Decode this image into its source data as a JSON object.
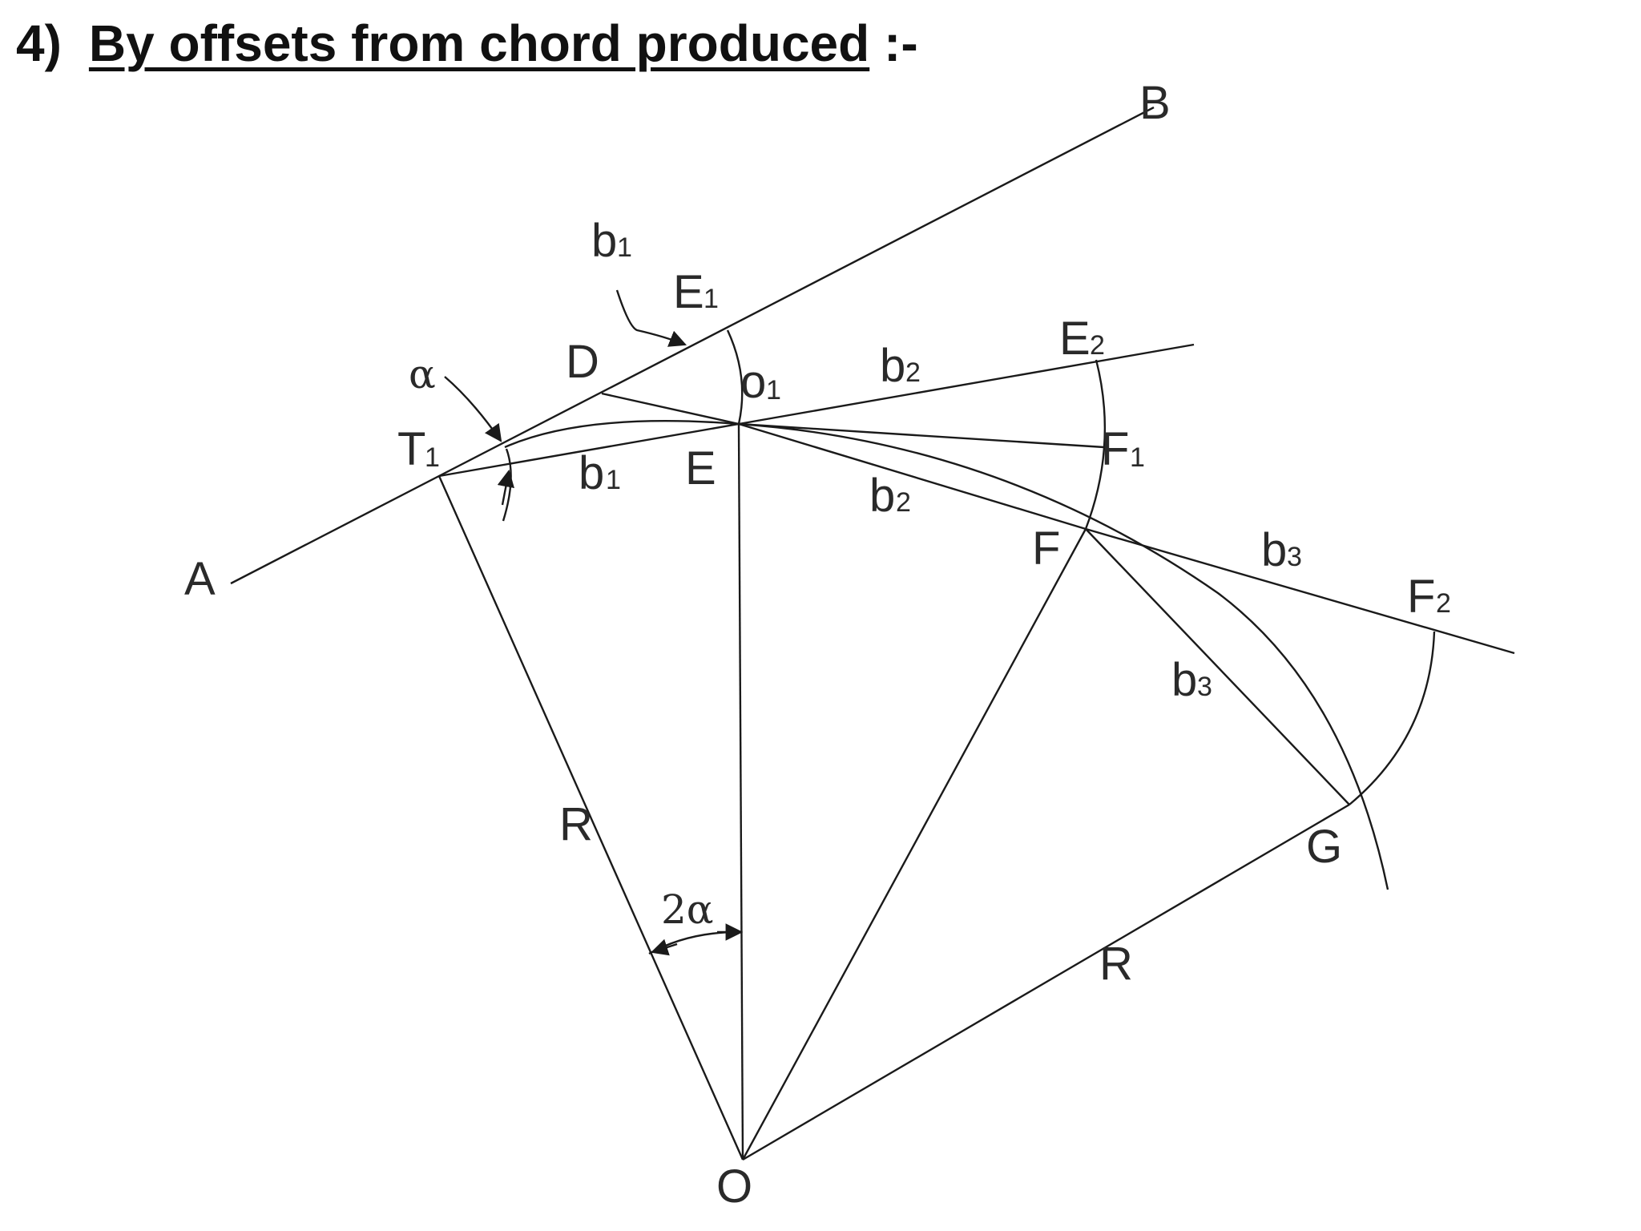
{
  "heading": {
    "number": "4)",
    "title": "By offsets from chord produced",
    "suffix": ":-"
  },
  "labels": {
    "A": "A",
    "B": "B",
    "T": "T",
    "T_sub": "1",
    "D": "D",
    "E": "E",
    "E1": "E",
    "E1_sub": "1",
    "E2": "E",
    "E2_sub": "2",
    "o1": "o",
    "o1_sub": "1",
    "F": "F",
    "F1": "F",
    "F1_sub": "1",
    "F2": "F",
    "F2_sub": "2",
    "G": "G",
    "O": "O",
    "R": "R",
    "b": "b",
    "sub_1": "1",
    "sub_2": "2",
    "sub_3": "3",
    "alpha": "α",
    "two_alpha": "2α"
  }
}
